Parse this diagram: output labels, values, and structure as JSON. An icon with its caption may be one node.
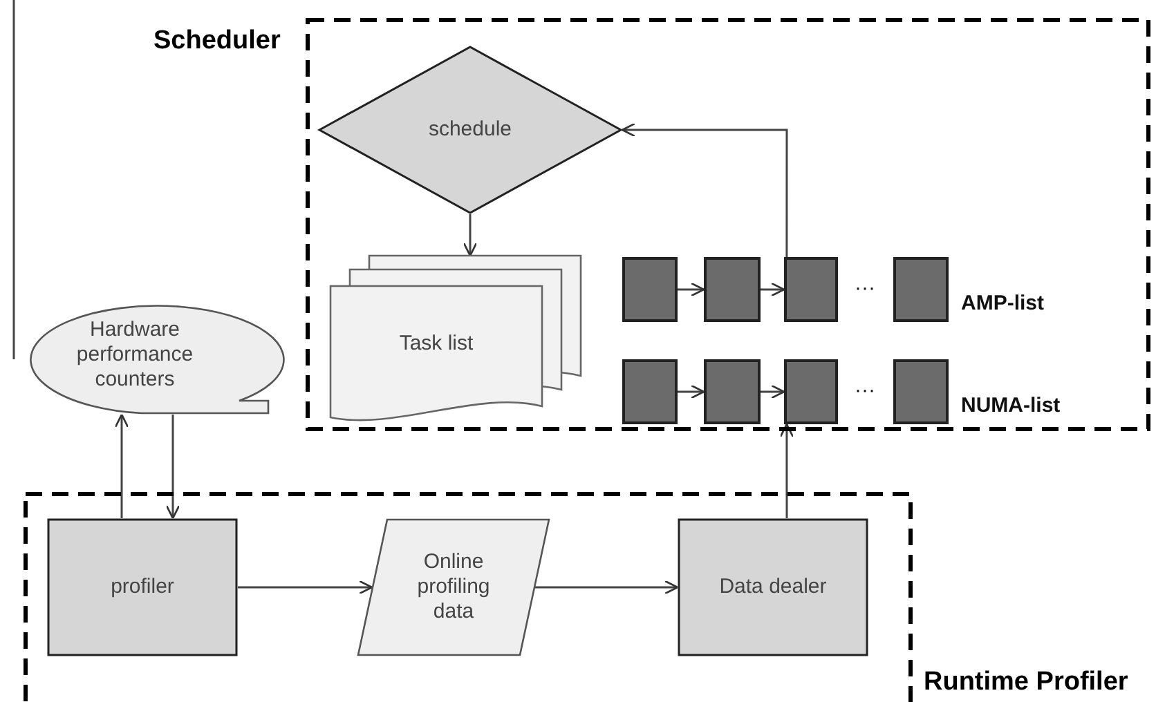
{
  "diagram": {
    "nodes": [
      {
        "text": [
          "Scheduler"
        ]
      },
      {
        "text": [
          "schedule"
        ],
        "in": 0
      },
      {
        "text": [
          "Task list"
        ],
        "in": 0
      },
      {
        "text": [],
        "shape": "box",
        "in": 0
      },
      {
        "text": [],
        "shape": "box",
        "in": 0
      },
      {
        "text": [],
        "shape": "box",
        "in": 0
      },
      {
        "text": [],
        "shape": "box",
        "in": 0,
        "beside": [
          "AMP-list"
        ]
      },
      {
        "text": [],
        "shape": "box",
        "in": 0
      },
      {
        "text": [],
        "shape": "box",
        "in": 0
      },
      {
        "text": [],
        "shape": "box",
        "in": 0
      },
      {
        "text": [],
        "shape": "box",
        "in": 0,
        "beside": [
          "NUMA-list"
        ]
      },
      {
        "text": [
          "Hardware performance counters"
        ]
      },
      {
        "text": [
          "Runtime Profiler"
        ]
      },
      {
        "text": [
          "profiler"
        ],
        "in": 12
      },
      {
        "text": [
          "Online profiling data"
        ],
        "in": 12
      },
      {
        "text": [
          "Data dealer"
        ],
        "in": 12
      }
    ],
    "edges": [
      {
        "from": null,
        "to": 11,
        "arrow": "none"
      },
      {
        "from": 1,
        "to": 2,
        "arrow": "to"
      },
      {
        "from": 3,
        "to": 4,
        "arrow": "to"
      },
      {
        "from": 4,
        "to": 5,
        "arrow": "to"
      },
      {
        "from": 7,
        "to": 8,
        "arrow": "to"
      },
      {
        "from": 8,
        "to": 9,
        "arrow": "to"
      },
      {
        "from": 5,
        "to": 1,
        "arrow": "to"
      },
      {
        "from": 15,
        "to": 9,
        "arrow": "to"
      },
      {
        "from": 13,
        "to": 11,
        "arrow": "to"
      },
      {
        "from": 11,
        "to": 13,
        "arrow": "to"
      },
      {
        "from": 13,
        "to": 14,
        "arrow": "to"
      },
      {
        "from": 14,
        "to": 15,
        "arrow": "to"
      }
    ],
    "labels": [
      "···",
      "···"
    ]
  }
}
